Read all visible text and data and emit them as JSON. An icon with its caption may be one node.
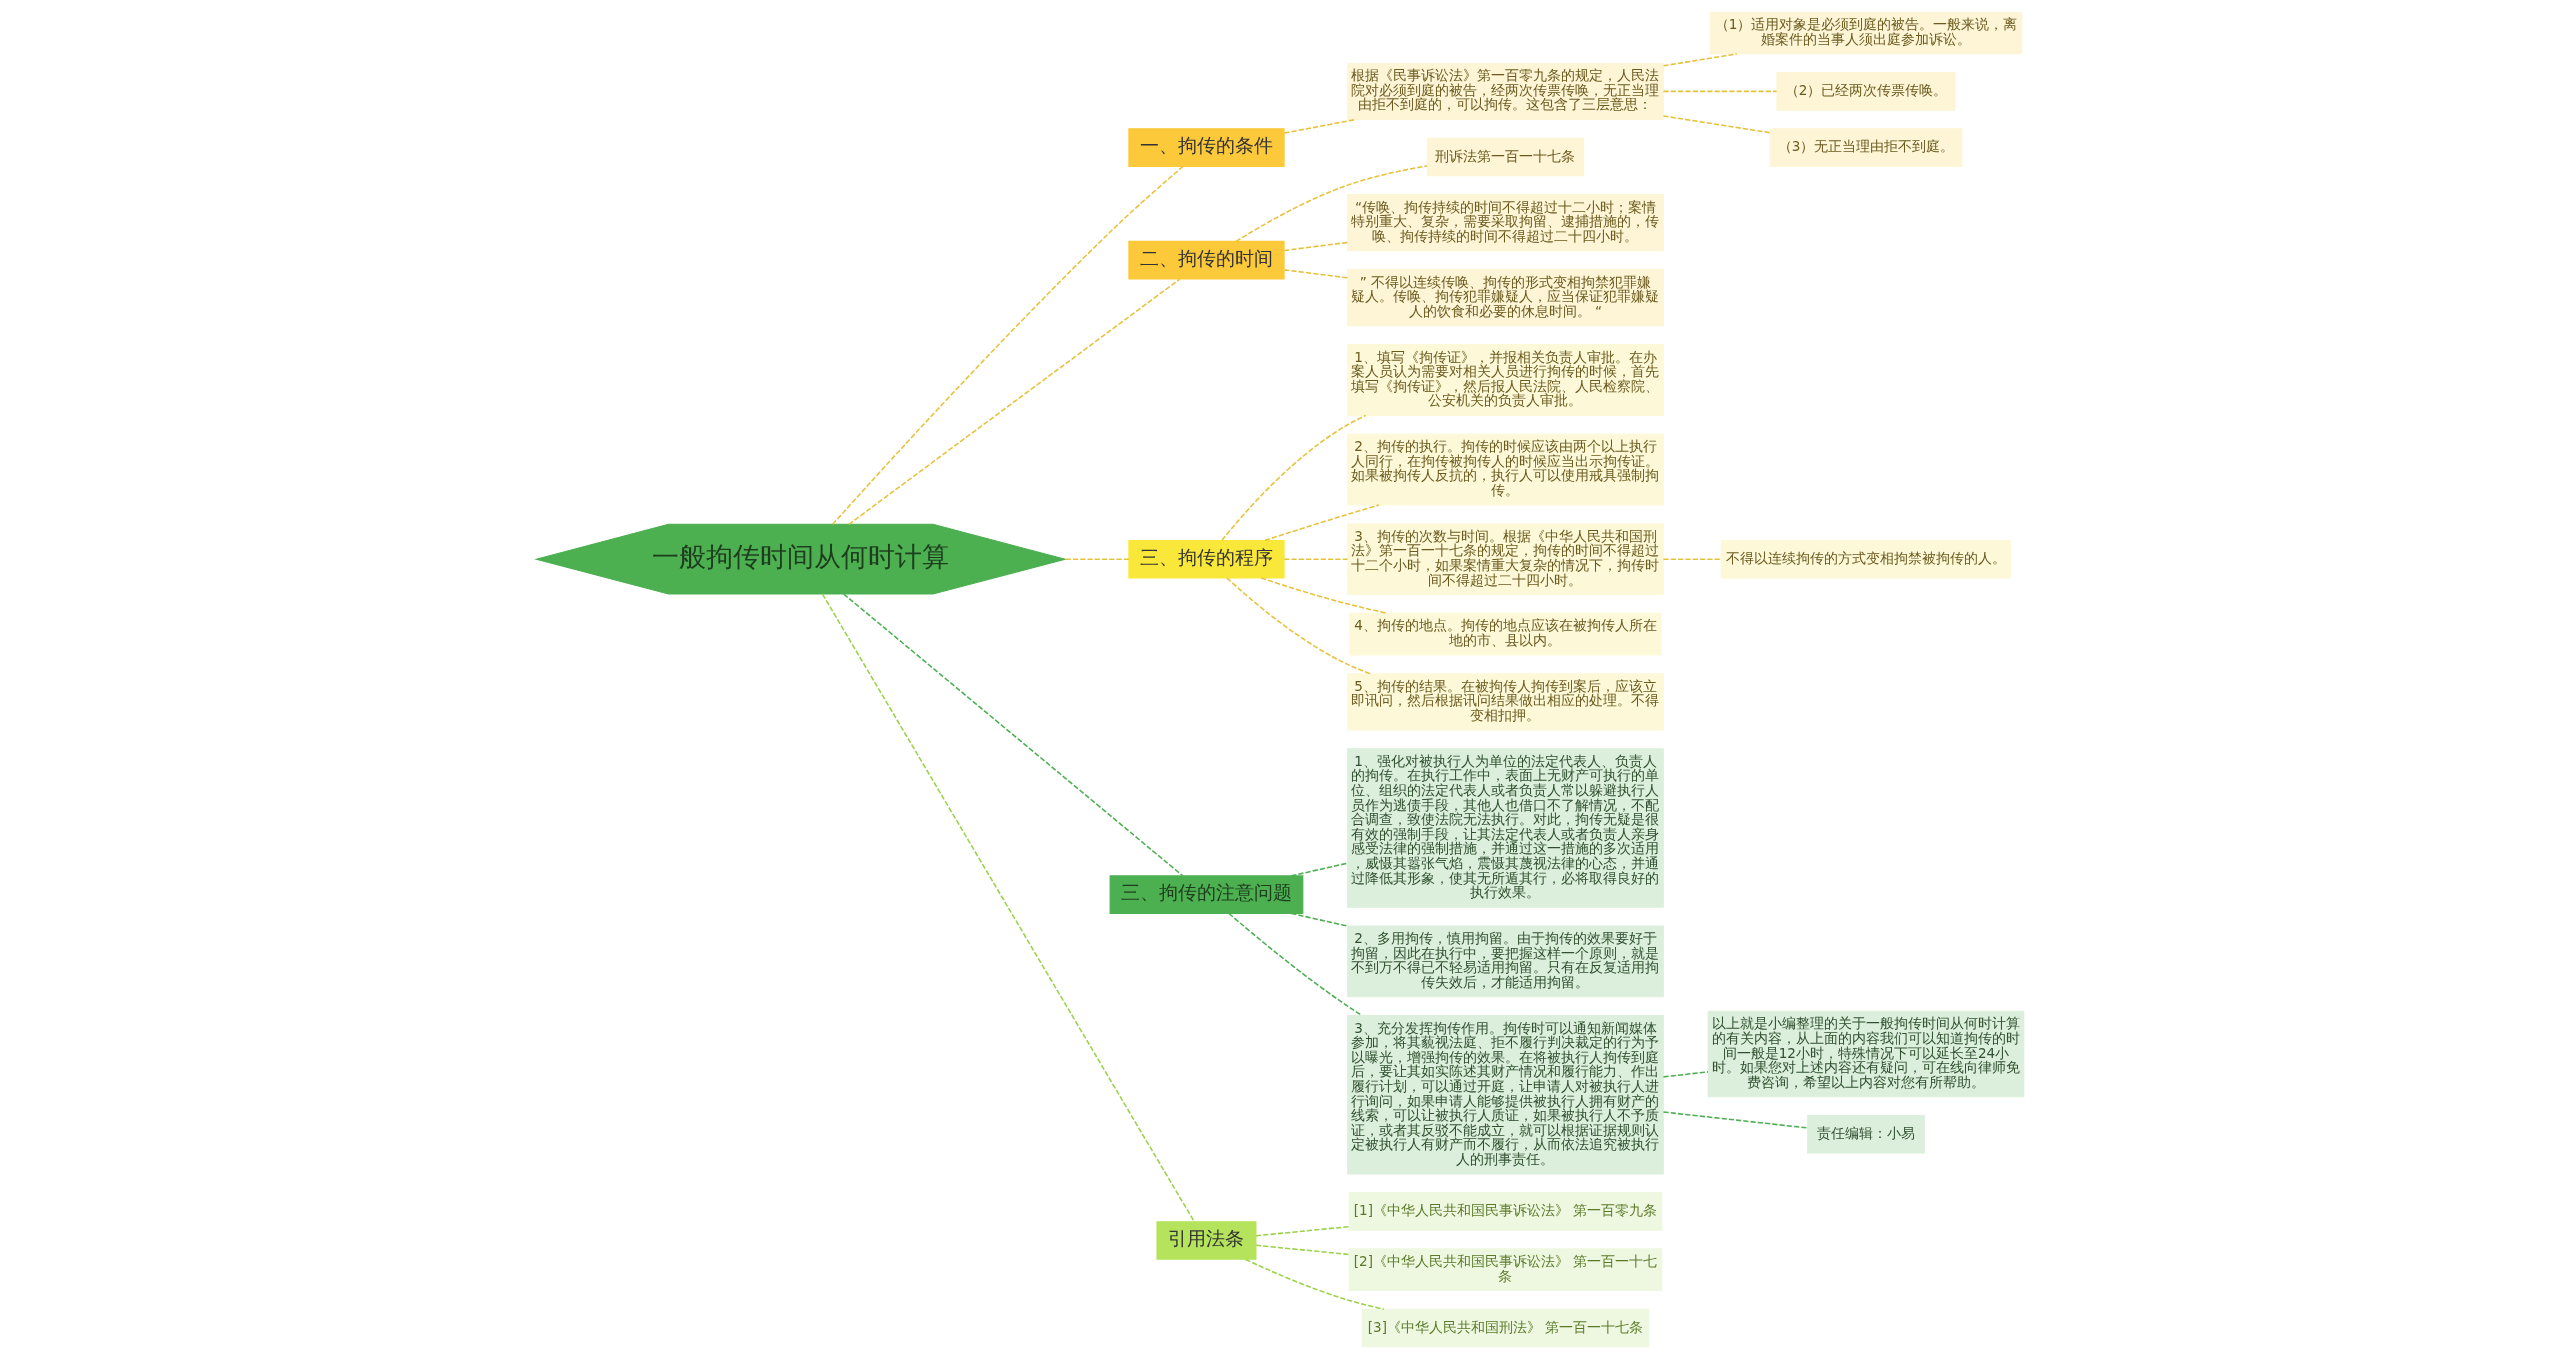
{
  "diagram": {
    "nodes": [
      {
        "text": [
          "一般拘传时间从何时计算"
        ]
      },
      {
        "text": [
          "一、拘传的条件"
        ]
      },
      {
        "text": [
          "根据《民事诉讼法》第一百零九条的规定，人民法院对必须到庭的被告，经两次传票传唤，无正当理由拒不到庭的，可以拘传。这包含了三层意思："
        ]
      },
      {
        "text": [
          "（1）适用对象是必须到庭的被告。一般来说，离婚案件的当事人须出庭参加诉讼。"
        ]
      },
      {
        "text": [
          "（2）已经两次传票传唤。"
        ]
      },
      {
        "text": [
          "（3）无正当理由拒不到庭。"
        ]
      },
      {
        "text": [
          "二、拘传的时间"
        ]
      },
      {
        "text": [
          "刑诉法第一百一十七条"
        ]
      },
      {
        "text": [
          "“传唤、拘传持续的时间不得超过十二小时；案情特别重大、复杂，需要采取拘留、逮捕措施的，传唤、拘传持续的时间不得超过二十四小时。"
        ]
      },
      {
        "text": [
          "” 不得以连续传唤、拘传的形式变相拘禁犯罪嫌疑人。传唤、拘传犯罪嫌疑人，应当保证犯罪嫌疑人的饮食和必要的休息时间。 “"
        ]
      },
      {
        "text": [
          "三、拘传的程序"
        ]
      },
      {
        "text": [
          "1、填写《拘传证》，并报相关负责人审批。在办案人员认为需要对相关人员进行拘传的时候，首先填写《拘传证》，然后报人民法院、人民检察院、公安机关的负责人审批。"
        ]
      },
      {
        "text": [
          "2、拘传的执行。拘传的时候应该由两个以上执行人同行，在拘传被拘传人的时候应当出示拘传证。如果被拘传人反抗的，执行人可以使用戒具强制拘传。"
        ]
      },
      {
        "text": [
          "3、拘传的次数与时间。根据《中华人民共和国刑法》第一百一十七条的规定，拘传的时间不得超过十二个小时，如果案情重大复杂的情况下，拘传时间不得超过二十四小时。"
        ]
      },
      {
        "text": [
          "4、拘传的地点。拘传的地点应该在被拘传人所在地的市、县以内。"
        ]
      },
      {
        "text": [
          "5、拘传的结果。在被拘传人拘传到案后，应该立即讯问，然后根据讯问结果做出相应的处理。不得变相扣押。"
        ]
      },
      {
        "text": [
          "不得以连续拘传的方式变相拘禁被拘传的人。"
        ]
      },
      {
        "text": [
          "三、拘传的注意问题"
        ]
      },
      {
        "text": [
          "1、强化对被执行人为单位的法定代表人、负责人的拘传。在执行工作中，表面上无财产可执行的单位、组织的法定代表人或者负责人常以躲避执行人员作为逃债手段，其他人也借口不了解情况，不配合调查，致使法院无法执行。对此，拘传无疑是很有效的强制手段，让其法定代表人或者负责人亲身感受法律的强制措施，并通过这一措施的多次适用，威慑其嚣张气焰，震慑其蔑视法律的心态，并通过降低其形象，使其无所遁其行，必将取得良好的执行效果。"
        ]
      },
      {
        "text": [
          "2、多用拘传，慎用拘留。由于拘传的效果要好于拘留，因此在执行中，要把握这样一个原则，就是不到万不得已不轻易适用拘留。只有在反复适用拘传失效后，才能适用拘留。"
        ]
      },
      {
        "text": [
          "3、充分发挥拘传作用。拘传时可以通知新闻媒体参加，将其藐视法庭、拒不履行判决裁定的行为予以曝光，增强拘传的效果。在将被执行人拘传到庭后，要让其如实陈述其财产情况和履行能力、作出履行计划，可以通过开庭，让申请人对被执行人进行询问，如果申请人能够提供被执行人拥有财产的线索，可以让被执行人质证，如果被执行人不予质证，或者其反驳不能成立，就可以根据证据规则认定被执行人有财产而不履行，从而依法追究被执行人的刑事责任。"
        ]
      },
      {
        "text": [
          "以上就是小编整理的关于一般拘传时间从何时计算的有关内容，从上面的内容我们可以知道拘传的时间一般是12小时，特殊情况下可以延长至24小时。如果您对上述内容还有疑问，可在线向律师免费咨询，希望以上内容对您有所帮助。"
        ]
      },
      {
        "text": [
          "责任编辑：小易"
        ]
      },
      {
        "text": [
          "引用法条"
        ]
      },
      {
        "text": [
          "[1]《中华人民共和国民事诉讼法》 第一百零九条"
        ]
      },
      {
        "text": [
          "[2]《中华人民共和国民事诉讼法》 第一百一十七条"
        ]
      },
      {
        "text": [
          "[3]《中华人民共和国刑法》 第一百一十七条"
        ]
      }
    ],
    "edges": [
      {
        "from": 0,
        "to": 1,
        "arrow": "none",
        "style": "dashed"
      },
      {
        "from": 1,
        "to": 2,
        "arrow": "none",
        "style": "dashed"
      },
      {
        "from": 2,
        "to": 3,
        "arrow": "none",
        "style": "dashed"
      },
      {
        "from": 2,
        "to": 4,
        "arrow": "none",
        "style": "dashed"
      },
      {
        "from": 2,
        "to": 5,
        "arrow": "none",
        "style": "dashed"
      },
      {
        "from": 0,
        "to": 6,
        "arrow": "none",
        "style": "dashed"
      },
      {
        "from": 6,
        "to": 7,
        "arrow": "none",
        "style": "dashed"
      },
      {
        "from": 6,
        "to": 8,
        "arrow": "none",
        "style": "dashed"
      },
      {
        "from": 6,
        "to": 9,
        "arrow": "none",
        "style": "dashed"
      },
      {
        "from": 0,
        "to": 10,
        "arrow": "none",
        "style": "dashed"
      },
      {
        "from": 10,
        "to": 11,
        "arrow": "none",
        "style": "dashed"
      },
      {
        "from": 10,
        "to": 12,
        "arrow": "none",
        "style": "dashed"
      },
      {
        "from": 10,
        "to": 13,
        "arrow": "none",
        "style": "dashed"
      },
      {
        "from": 10,
        "to": 14,
        "arrow": "none",
        "style": "dashed"
      },
      {
        "from": 10,
        "to": 15,
        "arrow": "none",
        "style": "dashed"
      },
      {
        "from": 13,
        "to": 16,
        "arrow": "none",
        "style": "dashed"
      },
      {
        "from": 0,
        "to": 17,
        "arrow": "none",
        "style": "dashed",
        "color": "#4caf50"
      },
      {
        "from": 17,
        "to": 18,
        "arrow": "none",
        "style": "dashed",
        "color": "#4caf50"
      },
      {
        "from": 17,
        "to": 19,
        "arrow": "none",
        "style": "dashed",
        "color": "#4caf50"
      },
      {
        "from": 17,
        "to": 20,
        "arrow": "none",
        "style": "dashed",
        "color": "#4caf50"
      },
      {
        "from": 20,
        "to": 21,
        "arrow": "none",
        "style": "dashed",
        "color": "#4caf50"
      },
      {
        "from": 20,
        "to": 22,
        "arrow": "none",
        "style": "dashed",
        "color": "#4caf50"
      },
      {
        "from": 0,
        "to": 23,
        "arrow": "none",
        "style": "dashed",
        "color": "#9ad24a"
      },
      {
        "from": 23,
        "to": 24,
        "arrow": "none",
        "style": "dashed",
        "color": "#9ad24a"
      },
      {
        "from": 23,
        "to": 25,
        "arrow": "none",
        "style": "dashed",
        "color": "#9ad24a"
      },
      {
        "from": 23,
        "to": 26,
        "arrow": "none",
        "style": "dashed",
        "color": "#9ad24a"
      }
    ]
  }
}
